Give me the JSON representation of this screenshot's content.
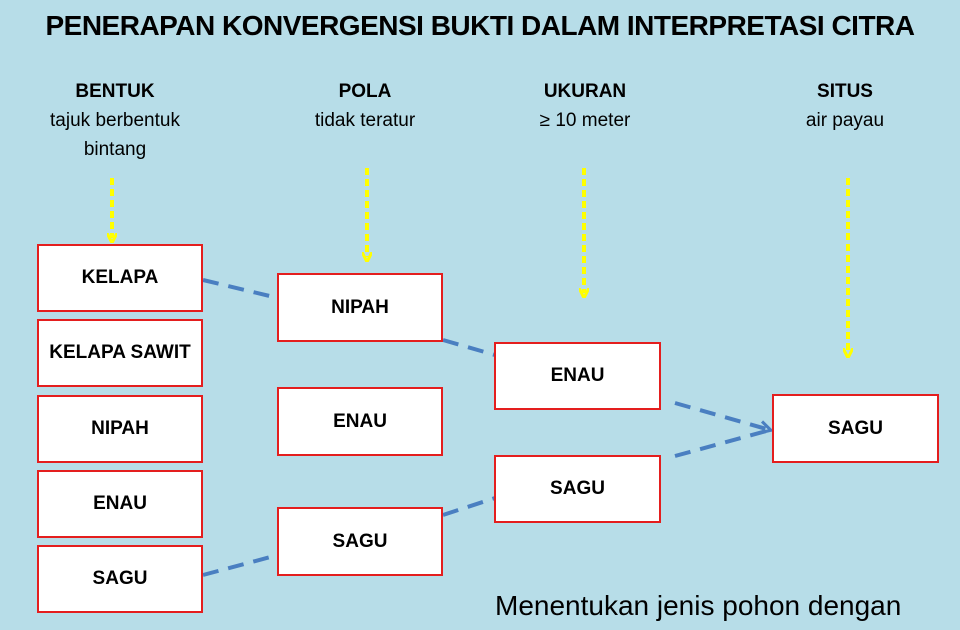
{
  "title": "PENERAPAN KONVERGENSI BUKTI DALAM INTERPRETASI CITRA",
  "columns": [
    {
      "heading": "BENTUK",
      "desc1": "tajuk berbentuk",
      "desc2": "bintang"
    },
    {
      "heading": "POLA",
      "desc1": "tidak teratur",
      "desc2": ""
    },
    {
      "heading": "UKURAN",
      "desc1": "≥ 10 meter",
      "desc2": ""
    },
    {
      "heading": "SITUS",
      "desc1": "air payau",
      "desc2": ""
    }
  ],
  "col1_boxes": [
    "KELAPA",
    "KELAPA SAWIT",
    "NIPAH",
    "ENAU",
    "SAGU"
  ],
  "col2_boxes": [
    "NIPAH",
    "ENAU",
    "SAGU"
  ],
  "col3_boxes": [
    "ENAU",
    "SAGU"
  ],
  "col4_boxes": [
    "SAGU"
  ],
  "footer": "Menentukan jenis pohon dengan",
  "colors": {
    "background": "#b7dde8",
    "box_border": "#e41e1e",
    "dashed_connector": "#4a7fc1",
    "evidence_arrow": "#ffff00"
  }
}
